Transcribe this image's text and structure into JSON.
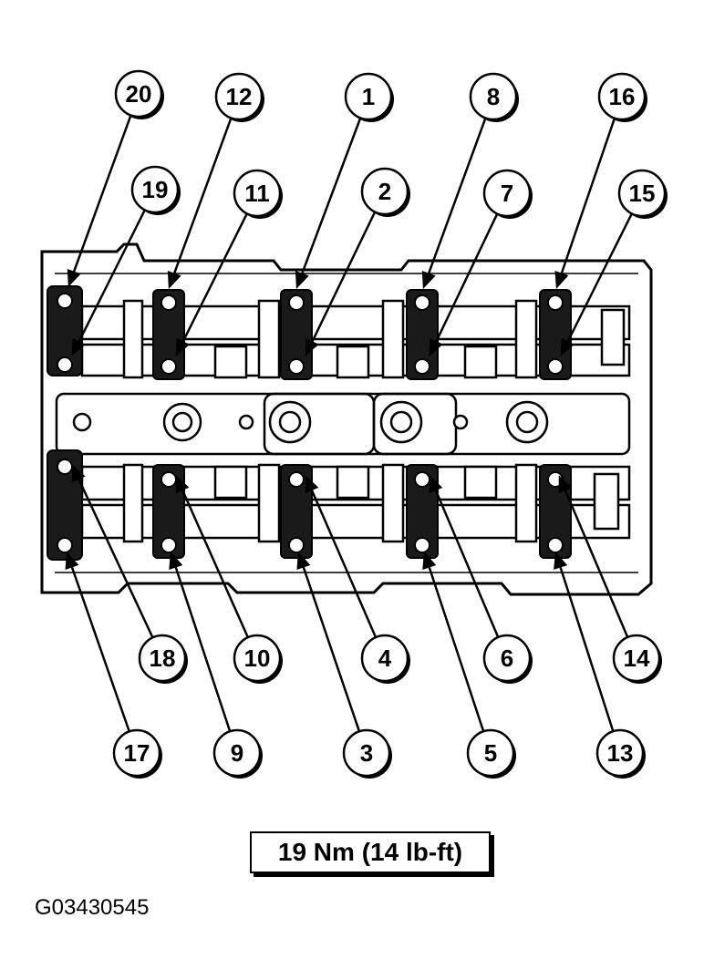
{
  "callouts": [
    {
      "id": "1",
      "label": "1"
    },
    {
      "id": "2",
      "label": "2"
    },
    {
      "id": "3",
      "label": "3"
    },
    {
      "id": "4",
      "label": "4"
    },
    {
      "id": "5",
      "label": "5"
    },
    {
      "id": "6",
      "label": "6"
    },
    {
      "id": "7",
      "label": "7"
    },
    {
      "id": "8",
      "label": "8"
    },
    {
      "id": "9",
      "label": "9"
    },
    {
      "id": "10",
      "label": "10"
    },
    {
      "id": "11",
      "label": "11"
    },
    {
      "id": "12",
      "label": "12"
    },
    {
      "id": "13",
      "label": "13"
    },
    {
      "id": "14",
      "label": "14"
    },
    {
      "id": "15",
      "label": "15"
    },
    {
      "id": "16",
      "label": "16"
    },
    {
      "id": "17",
      "label": "17"
    },
    {
      "id": "18",
      "label": "18"
    },
    {
      "id": "19",
      "label": "19"
    },
    {
      "id": "20",
      "label": "20"
    }
  ],
  "torque_spec": "19 Nm (14 lb-ft)",
  "figure_id": "G03430545"
}
